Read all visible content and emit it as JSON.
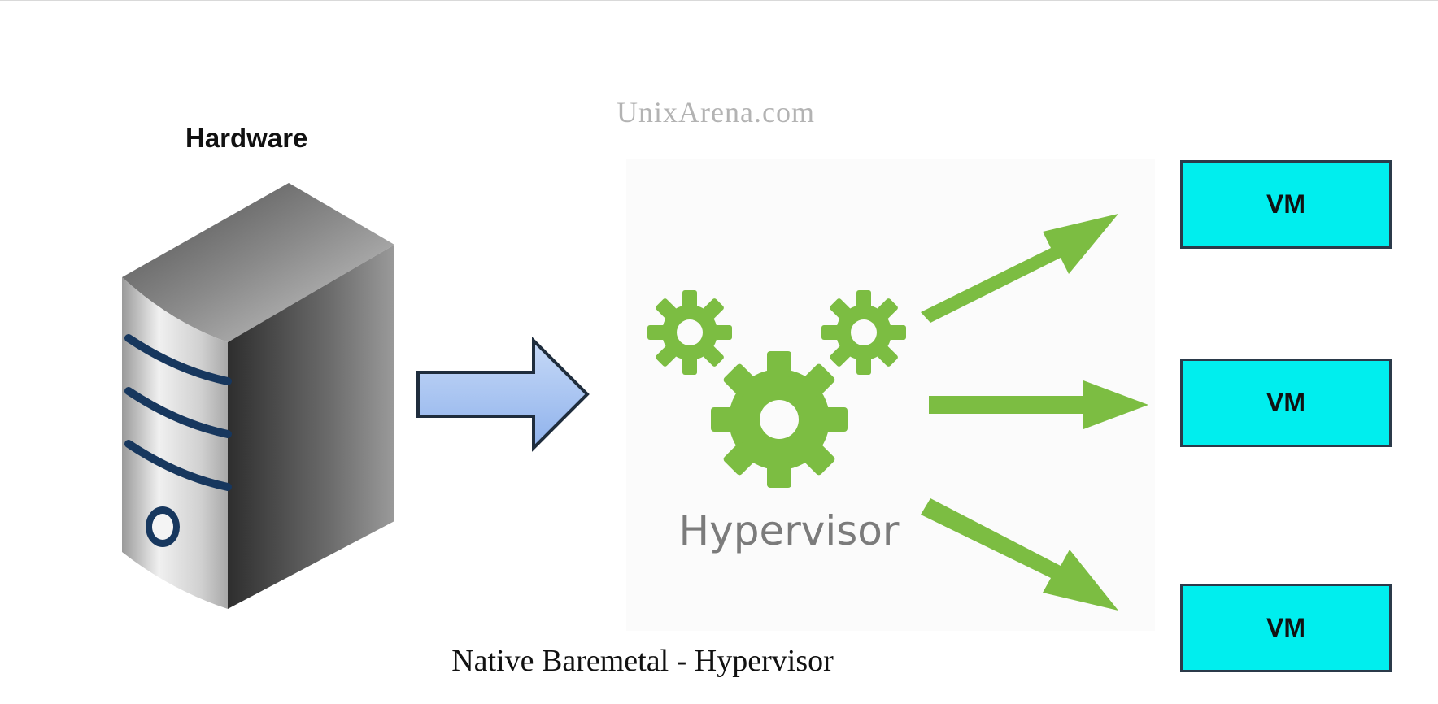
{
  "diagram": {
    "hardware_label": "Hardware",
    "watermark": "UnixArena.com",
    "hypervisor_label": "Hypervisor",
    "caption": "Native Baremetal - Hypervisor",
    "vms": [
      {
        "label": "VM"
      },
      {
        "label": "VM"
      },
      {
        "label": "VM"
      }
    ]
  },
  "colors": {
    "vm_fill": "#00eeee",
    "gear_green": "#7cbd42",
    "arrow_blue": "#9dbcf0",
    "server_stripe": "#17375e"
  },
  "icons": {
    "server": "server-icon",
    "gears": "gears-icon",
    "main_arrow": "arrow-right-icon",
    "vm_arrows": "green-arrow-icon"
  }
}
